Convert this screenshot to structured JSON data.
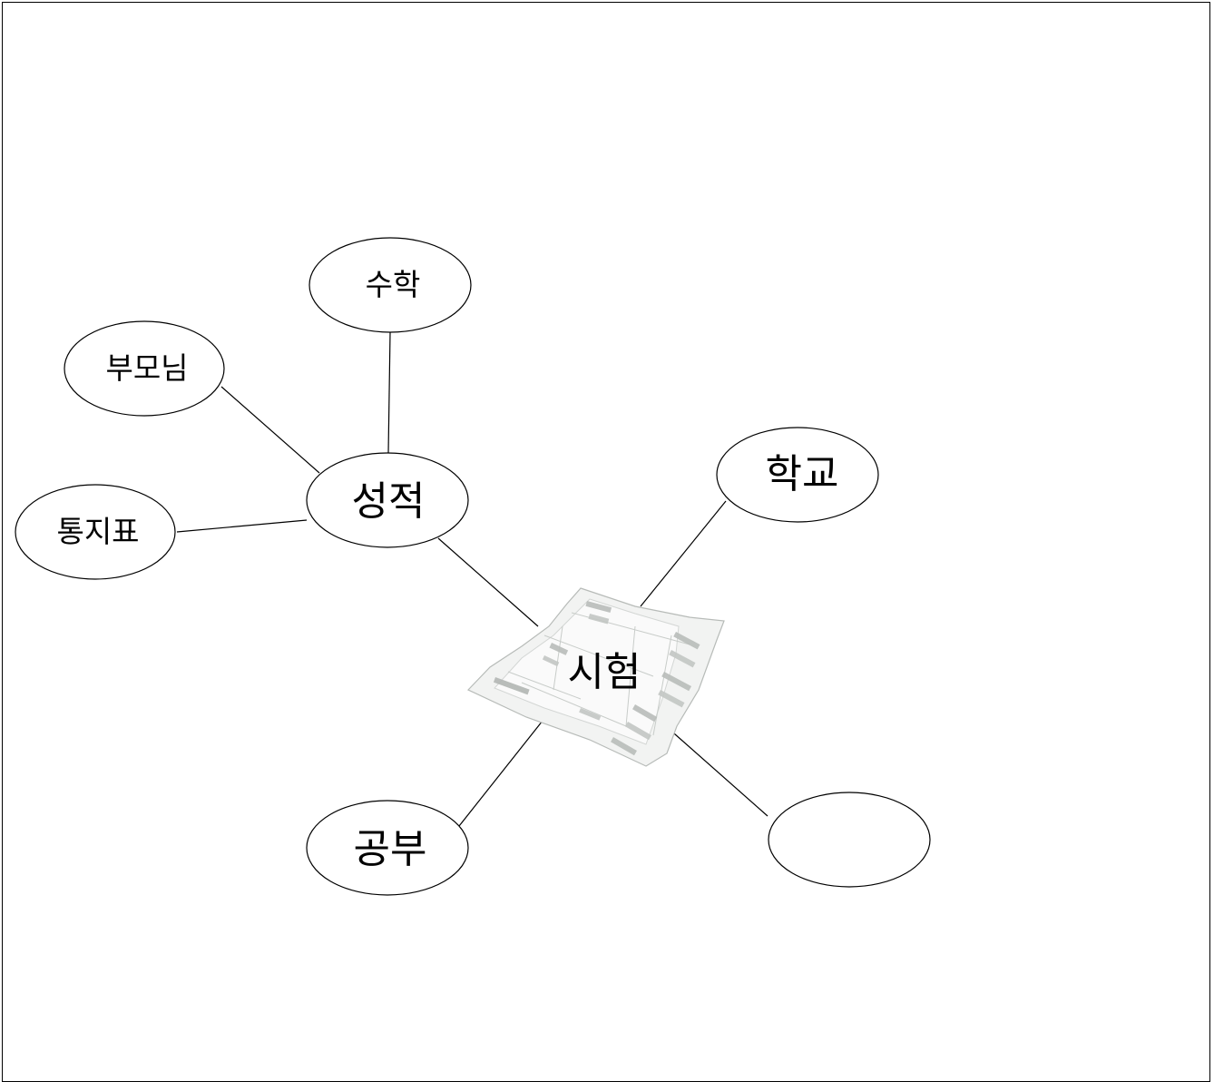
{
  "center": {
    "label": "시험"
  },
  "nodes": {
    "grades": "성적",
    "math": "수학",
    "parents": "부모님",
    "report_card": "통지표",
    "school": "학교",
    "study": "공부",
    "blank": ""
  }
}
